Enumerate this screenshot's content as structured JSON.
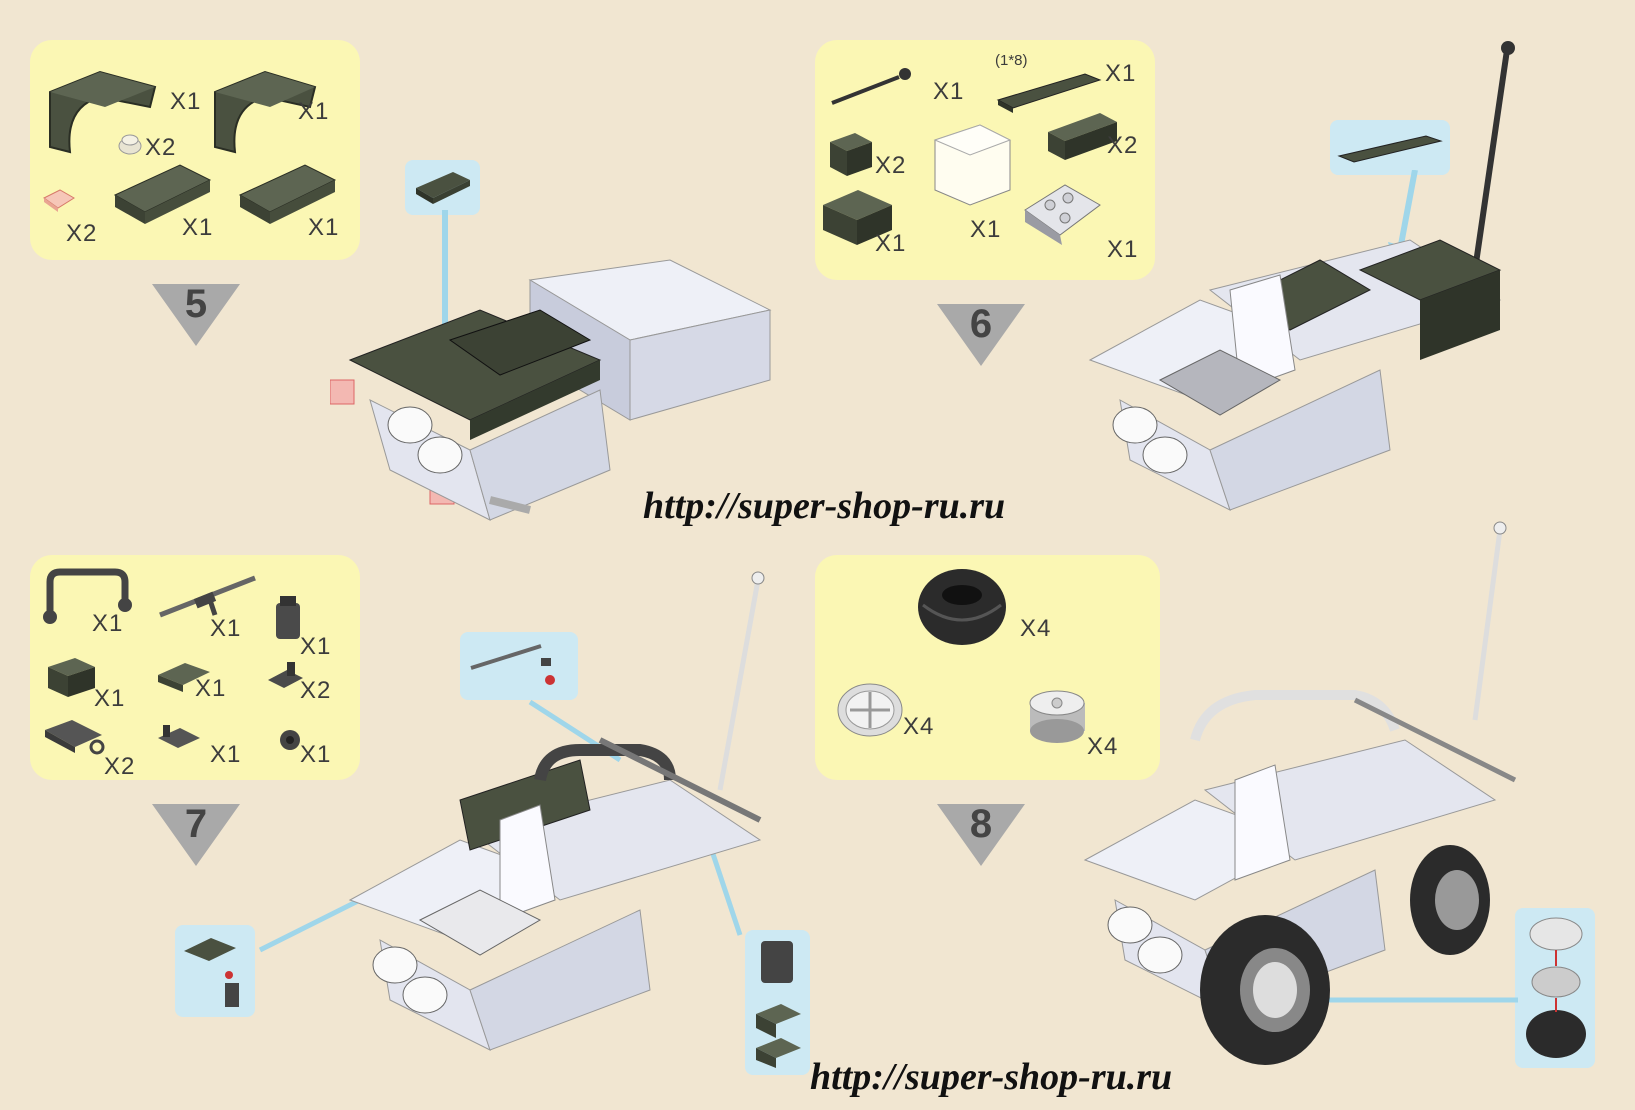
{
  "steps": [
    {
      "number": "5",
      "parts": [
        {
          "part": "dark-curved-slope",
          "qty": "X1"
        },
        {
          "part": "dark-curved-slope",
          "qty": "X1"
        },
        {
          "part": "round-stud",
          "qty": "X2"
        },
        {
          "part": "red-transparent-tile",
          "qty": "X2"
        },
        {
          "part": "dark-plate-2x4",
          "qty": "X1"
        },
        {
          "part": "dark-plate-2x4",
          "qty": "X1"
        }
      ]
    },
    {
      "number": "6",
      "parts": [
        {
          "part": "antenna",
          "qty": "X1"
        },
        {
          "part": "dark-plate-1x8",
          "qty": "X1",
          "label": "(1*8)"
        },
        {
          "part": "dark-brick-1x2",
          "qty": "X2"
        },
        {
          "part": "dark-brick-1x4",
          "qty": "X2"
        },
        {
          "part": "dark-brick-2x2",
          "qty": "X1"
        },
        {
          "part": "windscreen",
          "qty": "X1"
        },
        {
          "part": "engine-block",
          "qty": "X1"
        }
      ]
    },
    {
      "number": "7",
      "parts": [
        {
          "part": "roll-bar",
          "qty": "X1"
        },
        {
          "part": "rifle",
          "qty": "X1"
        },
        {
          "part": "holder",
          "qty": "X1"
        },
        {
          "part": "dark-brick-1x2",
          "qty": "X1"
        },
        {
          "part": "dark-plate-1x2-stud",
          "qty": "X1"
        },
        {
          "part": "clip-plate",
          "qty": "X2"
        },
        {
          "part": "plate-with-clips",
          "qty": "X2"
        },
        {
          "part": "small-clip",
          "qty": "X1"
        },
        {
          "part": "round-piece",
          "qty": "X1"
        }
      ]
    },
    {
      "number": "8",
      "parts": [
        {
          "part": "tire",
          "qty": "X4"
        },
        {
          "part": "wheel-rim",
          "qty": "X4"
        },
        {
          "part": "wheel-hub",
          "qty": "X4"
        }
      ]
    }
  ],
  "watermarks": [
    "http://super-shop-ru.ru",
    "http://super-shop-ru.ru"
  ],
  "colors": {
    "background": "#f1e6d1",
    "parts_panel": "#fbf7b4",
    "callout": "#cde9f3",
    "dark_brick": "#4a5140",
    "light_brick": "#e7e9f3",
    "arrow": "#a9a9a9"
  }
}
